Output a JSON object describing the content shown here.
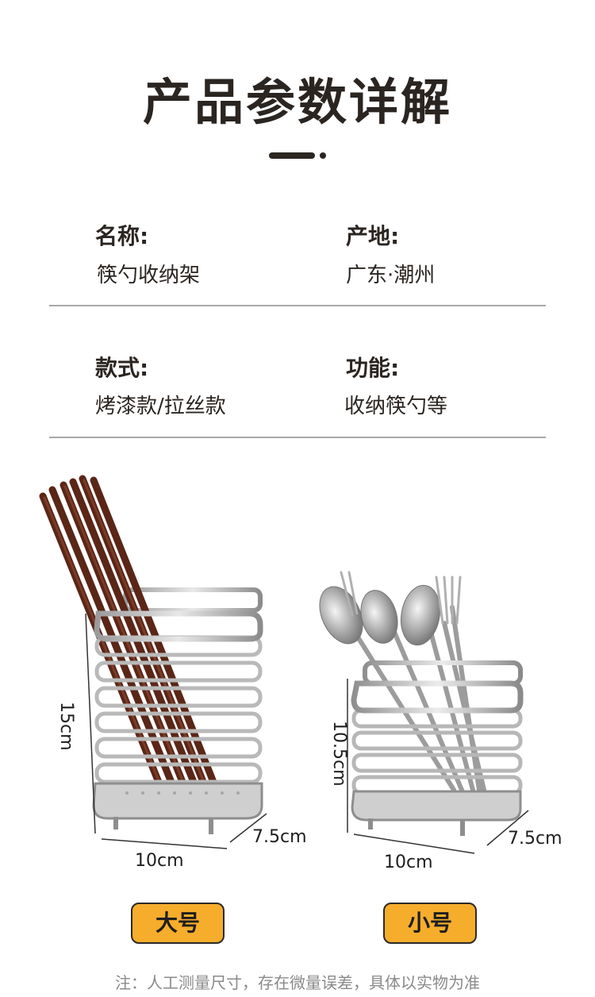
{
  "heading": {
    "title": "产品参数详解"
  },
  "params": {
    "name_label": "名称:",
    "name_value": "筷勺收纳架",
    "origin_label": "产地:",
    "origin_value": "广东·潮州",
    "style_label": "款式:",
    "style_value": "烤漆款/拉丝款",
    "function_label": "功能:",
    "function_value": "收纳筷勺等"
  },
  "large": {
    "height": "15cm",
    "width": "10cm",
    "depth": "7.5cm",
    "button_label": "大号"
  },
  "small": {
    "height": "10.5cm",
    "width": "10cm",
    "depth": "7.5cm",
    "button_label": "小号"
  },
  "note": "注：人工测量尺寸，存在微量误差，具体以实物为准",
  "colors": {
    "accent": "#f6ad2c",
    "text": "#2b2521",
    "divider": "#a8a8a8"
  }
}
